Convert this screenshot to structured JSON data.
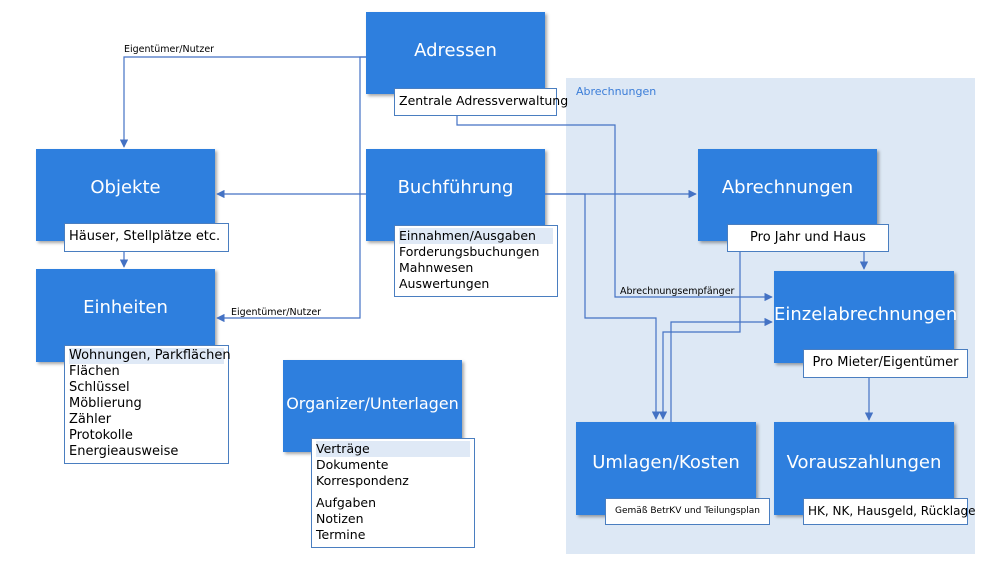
{
  "region": {
    "label": "Abrechnungen"
  },
  "nodes": {
    "adressen": {
      "title": "Adressen",
      "items": [
        "Zentrale Adressverwaltung"
      ]
    },
    "objekte": {
      "title": "Objekte",
      "items": [
        "Häuser, Stellplätze etc."
      ]
    },
    "einheiten": {
      "title": "Einheiten",
      "items": [
        "Wohnungen, Parkflächen",
        "Flächen",
        "Schlüssel",
        "Möblierung",
        "Zähler",
        "Protokolle",
        "Energieausweise"
      ]
    },
    "buchfuehrung": {
      "title": "Buchführung",
      "items": [
        "Einnahmen/Ausgaben",
        "Forderungsbuchungen",
        "Mahnwesen",
        "Auswertungen"
      ]
    },
    "organizer": {
      "title": "Organizer/Unterlagen",
      "items": [
        "Verträge",
        "Dokumente",
        "Korrespondenz",
        "Aufgaben",
        "Notizen",
        "Termine"
      ]
    },
    "abrechnungen": {
      "title": "Abrechnungen",
      "items": [
        "Pro Jahr und Haus"
      ]
    },
    "einzelabrechnungen": {
      "title": "Einzelabrechnungen",
      "items": [
        "Pro Mieter/Eigentümer"
      ]
    },
    "umlagen": {
      "title": "Umlagen/Kosten",
      "items": [
        "Gemäß BetrKV und Teilungsplan"
      ]
    },
    "vorauszahlungen": {
      "title": "Vorauszahlungen",
      "items": [
        "HK, NK, Hausgeld, Rücklage"
      ]
    }
  },
  "edge_labels": {
    "eigentuemer_top": "Eigentümer/Nutzer",
    "eigentuemer_bottom": "Eigentümer/Nutzer",
    "abrechnungsempfaenger": "Abrechnungsempfänger"
  },
  "colors": {
    "node": "#2e7fde",
    "region": "#dde8f5",
    "line": "#4472c4"
  }
}
